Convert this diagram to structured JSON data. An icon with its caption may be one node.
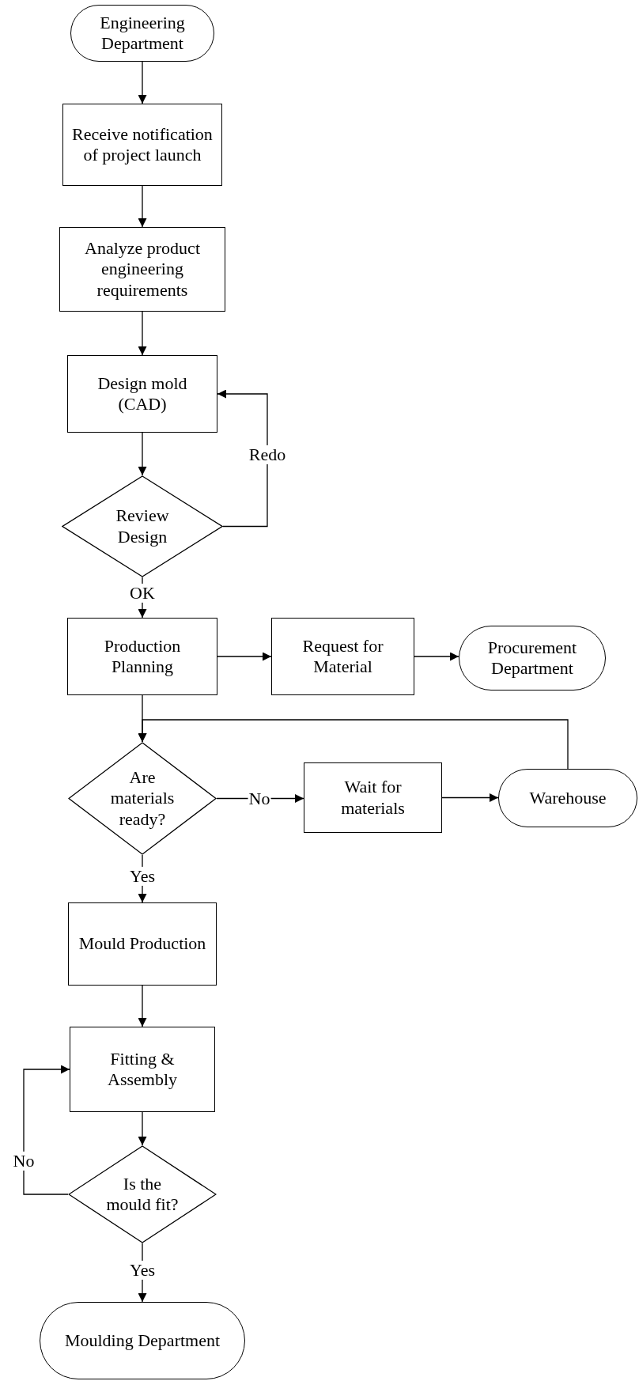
{
  "diagram": {
    "nodes": [
      {
        "text": [
          "Engineering Department"
        ]
      },
      {
        "text": [
          "Receive notification of project launch"
        ]
      },
      {
        "text": [
          "Analyze product engineering requirements"
        ]
      },
      {
        "text": [
          "Design mold (CAD)"
        ]
      },
      {
        "text": [
          "Review Design"
        ]
      },
      {
        "text": [
          "Production Planning"
        ]
      },
      {
        "text": [
          "Request for Material"
        ]
      },
      {
        "text": [
          "Procurement Department"
        ]
      },
      {
        "text": [
          "Are materials ready?"
        ]
      },
      {
        "text": [
          "Wait for materials"
        ]
      },
      {
        "text": [
          "Warehouse"
        ]
      },
      {
        "text": [
          "Mould Production"
        ]
      },
      {
        "text": [
          "Fitting & Assembly"
        ]
      },
      {
        "text": [
          "Is the mould fit?"
        ]
      },
      {
        "text": [
          "Moulding Department"
        ]
      }
    ],
    "edges": [
      {
        "from": 0,
        "to": 1,
        "arrow": "to"
      },
      {
        "from": 1,
        "to": 2,
        "arrow": "to"
      },
      {
        "from": 2,
        "to": 3,
        "arrow": "to"
      },
      {
        "from": 3,
        "to": 4,
        "arrow": "to"
      },
      {
        "from": 4,
        "to": 3,
        "arrow": "to",
        "label": "Redo"
      },
      {
        "from": 4,
        "to": 5,
        "arrow": "to",
        "label": "OK"
      },
      {
        "from": 5,
        "to": 6,
        "arrow": "to"
      },
      {
        "from": 6,
        "to": 7,
        "arrow": "to"
      },
      {
        "from": 5,
        "to": 8,
        "arrow": "to"
      },
      {
        "from": 10,
        "to": 8,
        "arrow": "to"
      },
      {
        "from": 8,
        "to": 9,
        "arrow": "to",
        "label": "No"
      },
      {
        "from": 9,
        "to": 10,
        "arrow": "to"
      },
      {
        "from": 8,
        "to": 11,
        "arrow": "to",
        "label": "Yes"
      },
      {
        "from": 11,
        "to": 12,
        "arrow": "to"
      },
      {
        "from": 12,
        "to": 13,
        "arrow": "to"
      },
      {
        "from": 13,
        "to": 12,
        "arrow": "to",
        "label": "No"
      },
      {
        "from": 13,
        "to": 14,
        "arrow": "to",
        "label": "Yes"
      }
    ]
  }
}
